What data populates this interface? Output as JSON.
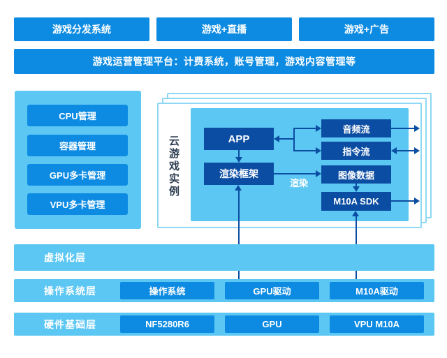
{
  "colors": {
    "primary_blue": "#0d8be2",
    "light_blue": "#5cc7f2",
    "navy": "#0b4da2",
    "card_border": "#8fd8f3",
    "instance_title_text": "#2f3e52",
    "text_on_blue": "#ffffff"
  },
  "top_buttons": [
    {
      "label": "游戏分发系统"
    },
    {
      "label": "游戏+直播"
    },
    {
      "label": "游戏+广告"
    }
  ],
  "management_bar": {
    "text": "游戏运营管理平台：计费系统，账号管理，游戏内容管理等"
  },
  "resource_panel": {
    "buttons": [
      {
        "label": "CPU管理"
      },
      {
        "label": "容器管理"
      },
      {
        "label": "GPU多卡管理"
      },
      {
        "label": "VPU多卡管理"
      }
    ]
  },
  "cloud_instance": {
    "title": "云游戏实例",
    "nodes": {
      "app": "APP",
      "render_framework": "渲染框架",
      "audio_stream": "音频流",
      "command_stream": "指令流",
      "image_data": "图像数据",
      "sdk": "M10A SDK"
    },
    "render_arrow_label": "渲染"
  },
  "layers": {
    "virtualization": {
      "label": "虚拟化层"
    },
    "os": {
      "label": "操作系统层",
      "boxes": [
        {
          "label": "操作系统"
        },
        {
          "label": "GPU驱动"
        },
        {
          "label": "M10A驱动"
        }
      ]
    },
    "hardware": {
      "label": "硬件基础层",
      "boxes": [
        {
          "label": "NF5280R6"
        },
        {
          "label": "GPU"
        },
        {
          "label": "VPU M10A"
        }
      ]
    }
  }
}
